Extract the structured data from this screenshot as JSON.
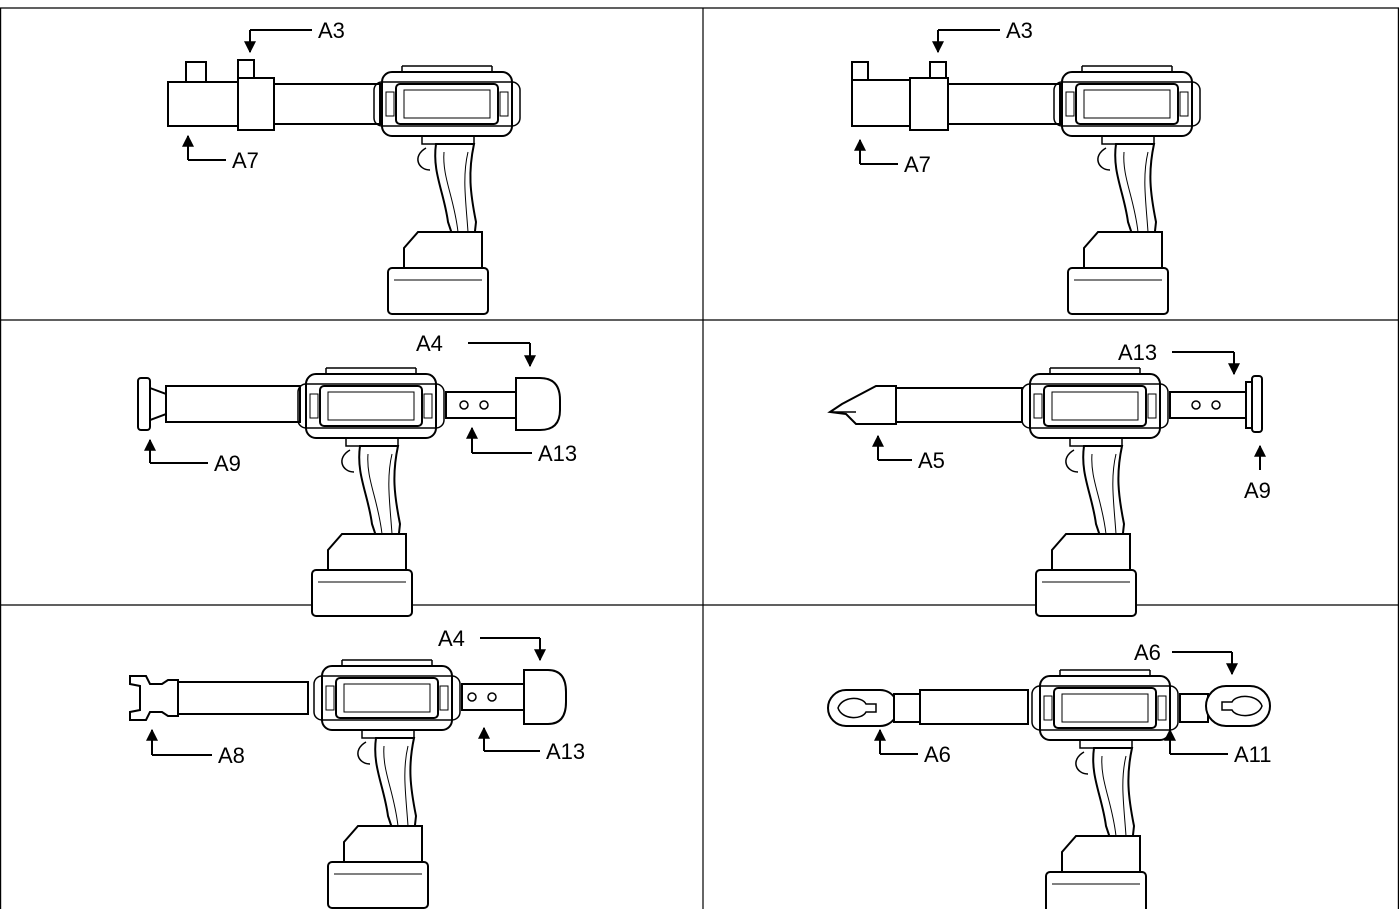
{
  "cells": [
    {
      "id": "cell-1",
      "labels": [
        {
          "key": "top",
          "text": "A3"
        },
        {
          "key": "bottom",
          "text": "A7"
        }
      ]
    },
    {
      "id": "cell-2",
      "labels": [
        {
          "key": "top",
          "text": "A3"
        },
        {
          "key": "bottom",
          "text": "A7"
        }
      ]
    },
    {
      "id": "cell-3",
      "labels": [
        {
          "key": "top",
          "text": "A4"
        },
        {
          "key": "left",
          "text": "A9"
        },
        {
          "key": "right",
          "text": "A13"
        }
      ]
    },
    {
      "id": "cell-4",
      "labels": [
        {
          "key": "top",
          "text": "A13"
        },
        {
          "key": "left",
          "text": "A5"
        },
        {
          "key": "right",
          "text": "A9"
        }
      ]
    },
    {
      "id": "cell-5",
      "labels": [
        {
          "key": "top",
          "text": "A4"
        },
        {
          "key": "left",
          "text": "A8"
        },
        {
          "key": "right",
          "text": "A13"
        }
      ]
    },
    {
      "id": "cell-6",
      "labels": [
        {
          "key": "top",
          "text": "A6"
        },
        {
          "key": "left",
          "text": "A6"
        },
        {
          "key": "right",
          "text": "A11"
        }
      ]
    }
  ]
}
